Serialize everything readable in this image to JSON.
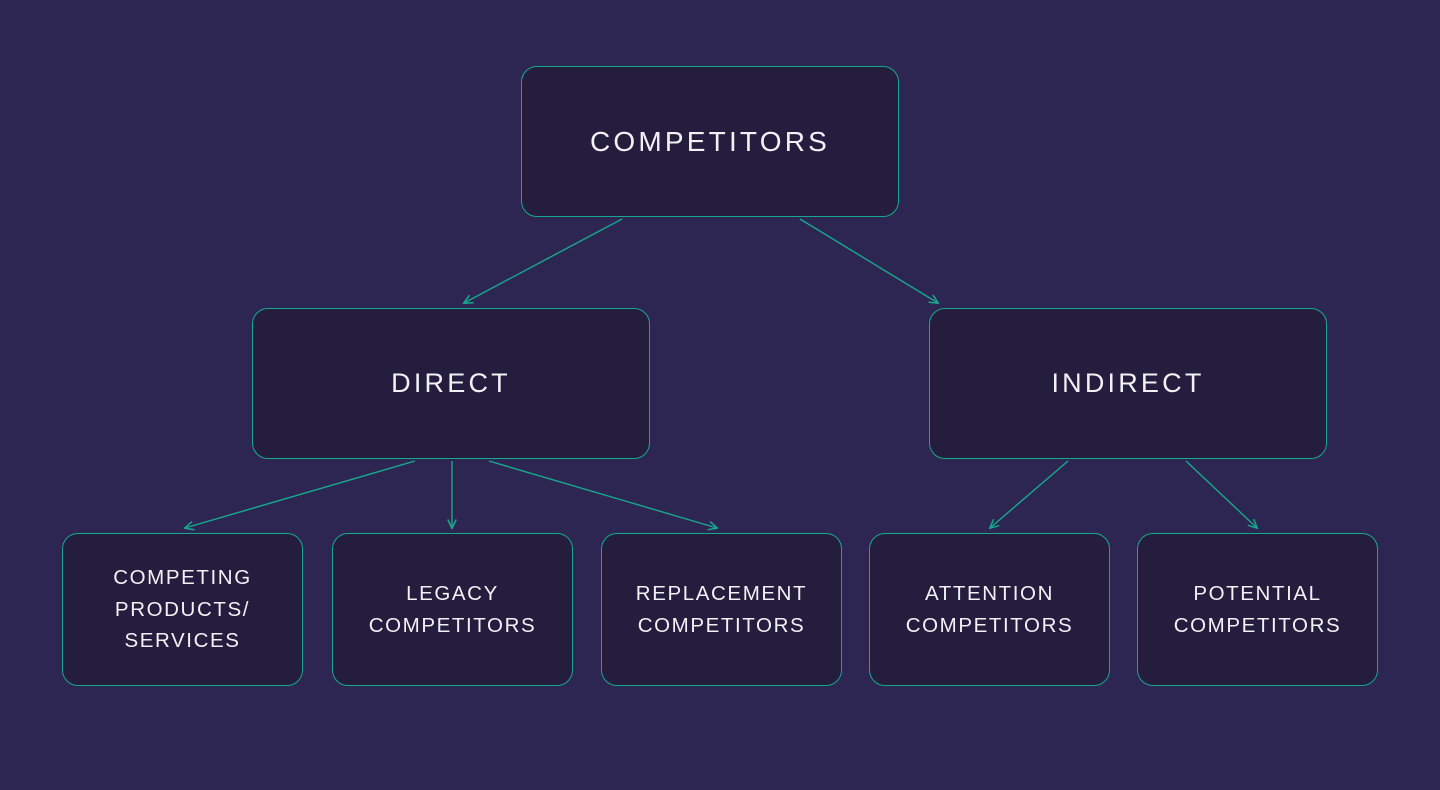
{
  "diagram": {
    "type": "hierarchy-tree",
    "title": "Competitors",
    "colors": {
      "background": "#2E2652",
      "node_fill": "#241D3E",
      "node_border": "#17A88C",
      "edge": "#17A88C",
      "label_text": "#F2F1F6"
    },
    "nodes": {
      "root": {
        "label": "COMPETITORS"
      },
      "mid": [
        {
          "label": "DIRECT"
        },
        {
          "label": "INDIRECT"
        }
      ],
      "leaves": [
        {
          "label": "COMPETING\nPRODUCTS/\nSERVICES"
        },
        {
          "label": "LEGACY\nCOMPETITORS"
        },
        {
          "label": "REPLACEMENT\nCOMPETITORS"
        },
        {
          "label": "ATTENTION\nCOMPETITORS"
        },
        {
          "label": "POTENTIAL\nCOMPETITORS"
        }
      ]
    },
    "edges": [
      {
        "from": "COMPETITORS",
        "to": "DIRECT"
      },
      {
        "from": "COMPETITORS",
        "to": "INDIRECT"
      },
      {
        "from": "DIRECT",
        "to": "COMPETING PRODUCTS/SERVICES"
      },
      {
        "from": "DIRECT",
        "to": "LEGACY COMPETITORS"
      },
      {
        "from": "DIRECT",
        "to": "REPLACEMENT COMPETITORS"
      },
      {
        "from": "INDIRECT",
        "to": "ATTENTION COMPETITORS"
      },
      {
        "from": "INDIRECT",
        "to": "POTENTIAL COMPETITORS"
      }
    ]
  }
}
